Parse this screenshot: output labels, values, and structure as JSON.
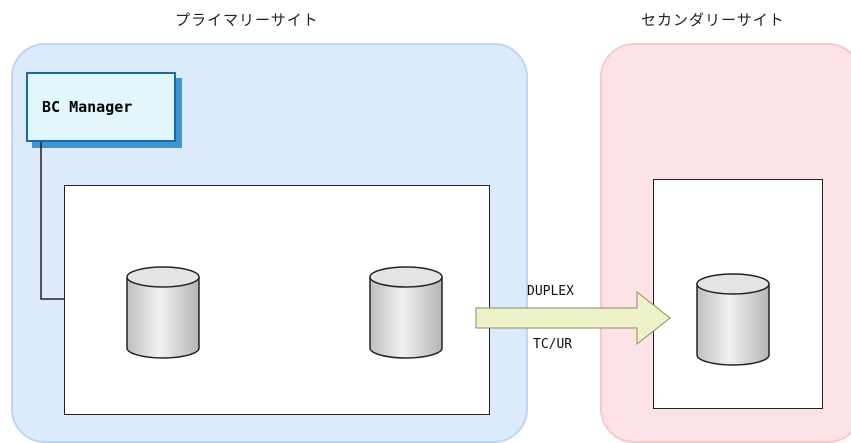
{
  "sites": {
    "primary_label": "プライマリーサイト",
    "secondary_label": "セカンダリーサイト"
  },
  "bc_manager": {
    "label": "BC Manager"
  },
  "pair": {
    "status": "DUPLEX",
    "copy_type": "TC/UR"
  },
  "colors": {
    "primary_site_bg": "#dcebfb",
    "secondary_site_bg": "#fde3e5",
    "bc_manager_bg": "#e2f7fb",
    "bc_manager_shadow": "#3f95cf",
    "arrow_fill": "#eef2c8",
    "volume_fill": "#d9d9d9"
  },
  "icons": [
    "volume-cylinder-icon",
    "replication-arrow-icon"
  ]
}
